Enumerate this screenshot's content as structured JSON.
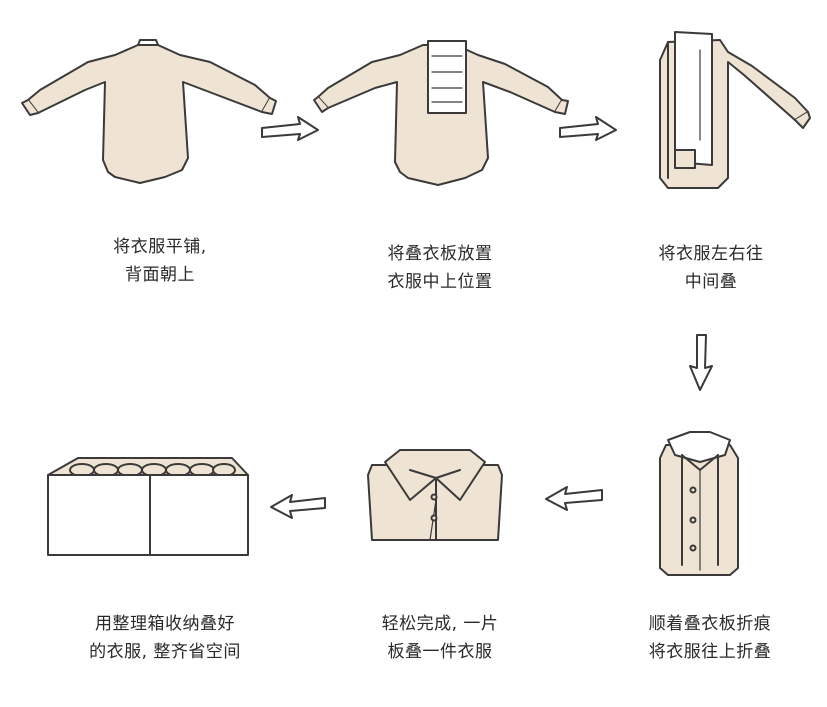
{
  "steps": [
    {
      "line1": "将衣服平铺,",
      "line2": "背面朝上"
    },
    {
      "line1": "将叠衣板放置",
      "line2": "衣服中上位置"
    },
    {
      "line1": "将衣服左右往",
      "line2": "中间叠"
    },
    {
      "line1": "顺着叠衣板折痕",
      "line2": "将衣服往上折叠"
    },
    {
      "line1": "轻松完成, 一片",
      "line2": "板叠一件衣服"
    },
    {
      "line1": "用整理箱收纳叠好",
      "line2": "的衣服, 整齐省空间"
    }
  ],
  "colors": {
    "fabric": "#efe3d3",
    "outline": "#3a3a3a",
    "board": "#ffffff",
    "text": "#2a2a2a"
  }
}
